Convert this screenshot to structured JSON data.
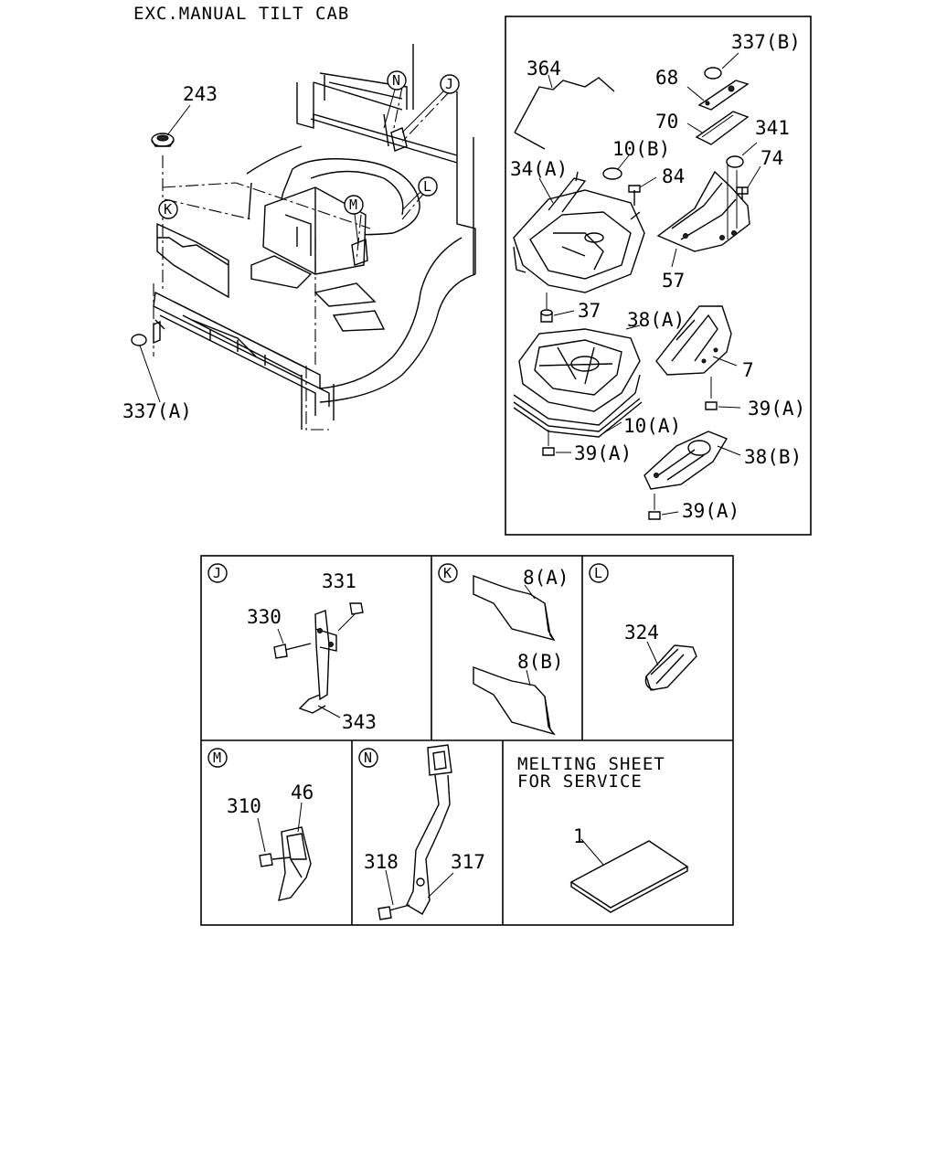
{
  "header": {
    "title": "EXC.MANUAL TILT CAB"
  },
  "main_view": {
    "callouts": [
      "243",
      "337(A)"
    ],
    "detail_markers": [
      "N",
      "J",
      "M",
      "L",
      "K"
    ]
  },
  "inset_assembly": {
    "callouts": [
      "364",
      "337(B)",
      "68",
      "70",
      "341",
      "10(B)",
      "34(A)",
      "84",
      "74",
      "57",
      "37",
      "38(A)",
      "7",
      "39(A)",
      "10(A)",
      "39(A)",
      "38(B)",
      "39(A)"
    ]
  },
  "detail_panels": {
    "J": {
      "marker": "J",
      "callouts": [
        "331",
        "330",
        "343"
      ]
    },
    "K": {
      "marker": "K",
      "callouts": [
        "8(A)",
        "8(B)"
      ]
    },
    "L": {
      "marker": "L",
      "callouts": [
        "324"
      ]
    },
    "M": {
      "marker": "M",
      "callouts": [
        "310",
        "46"
      ]
    },
    "N": {
      "marker": "N",
      "callouts": [
        "318",
        "317"
      ]
    },
    "service": {
      "title_line1": "MELTING SHEET",
      "title_line2": "FOR SERVICE",
      "callouts": [
        "1"
      ]
    }
  }
}
